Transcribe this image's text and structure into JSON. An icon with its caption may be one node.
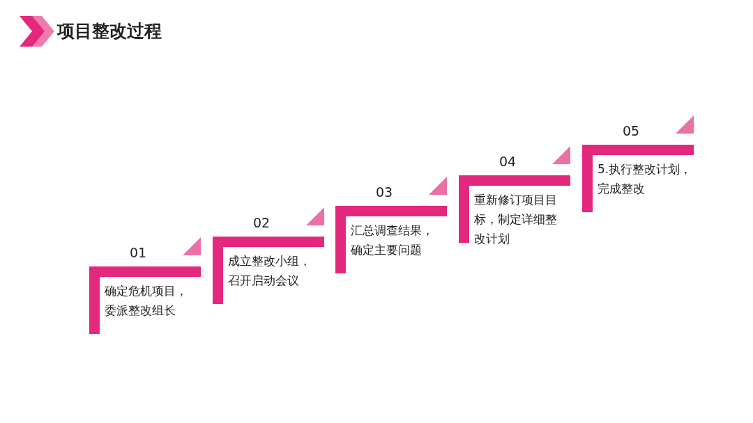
{
  "diagram": {
    "title": "项目整改过程",
    "nodes": [
      {
        "text": [
          "01",
          "确定危机项目，委派整改组长"
        ]
      },
      {
        "text": [
          "02",
          "成立整改小组，召开启动会议"
        ]
      },
      {
        "text": [
          "03",
          "汇总调查结果，确定主要问题"
        ]
      },
      {
        "text": [
          "04",
          "重新修订项目目标，制定详细整改计划"
        ]
      },
      {
        "text": [
          "05",
          "5.执行整改计划，完成整改"
        ]
      }
    ]
  }
}
